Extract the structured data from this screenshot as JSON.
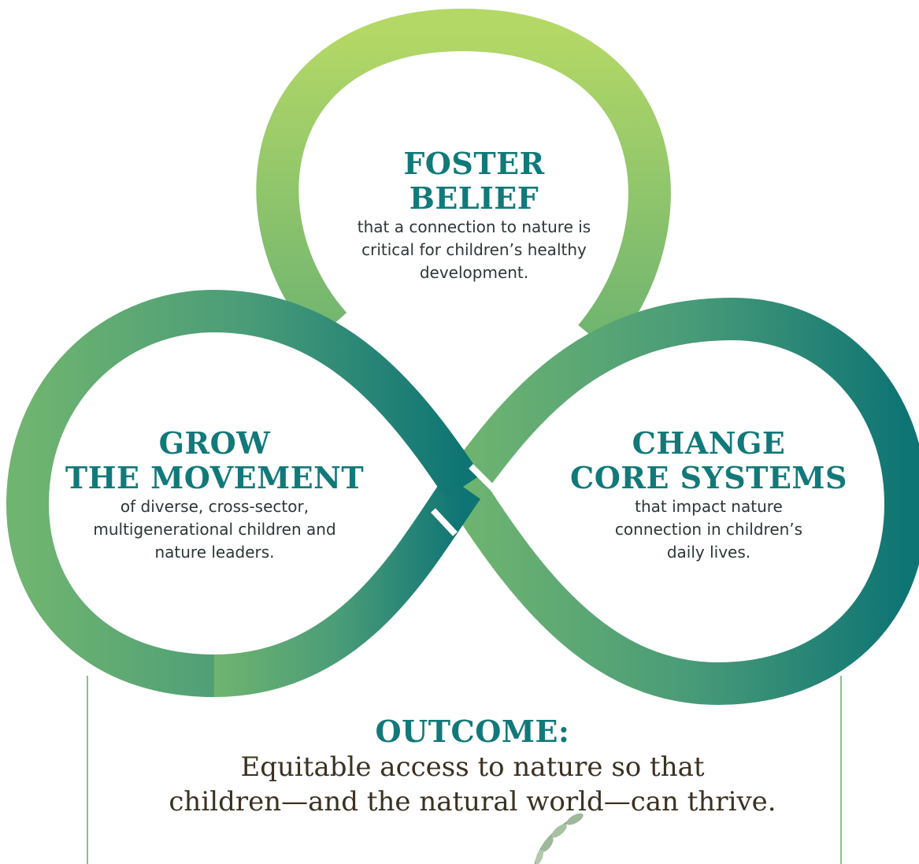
{
  "colors": {
    "light_green": "#b4d866",
    "mid_green": "#6fb470",
    "teal": "#0e7474",
    "title": "#12797a",
    "body_text": "#2c3636",
    "outcome_text": "#3b3122"
  },
  "nodes": {
    "foster": {
      "title_line1": "FOSTER",
      "title_line2": "BELIEF",
      "desc_line1": "that a connection to nature is",
      "desc_line2": "critical for children’s healthy",
      "desc_line3": "development."
    },
    "grow": {
      "title_line1": "GROW",
      "title_line2": "THE MOVEMENT",
      "desc_line1": "of diverse, cross-sector,",
      "desc_line2": "multigenerational children and",
      "desc_line3": "nature leaders."
    },
    "change": {
      "title_line1": "CHANGE",
      "title_line2": "CORE SYSTEMS",
      "desc_line1": "that impact nature",
      "desc_line2": "connection in children’s",
      "desc_line3": "daily lives."
    }
  },
  "outcome": {
    "label": "OUTCOME:",
    "line1": "Equitable access to nature so that",
    "line2": "children—and the natural world—can thrive."
  }
}
